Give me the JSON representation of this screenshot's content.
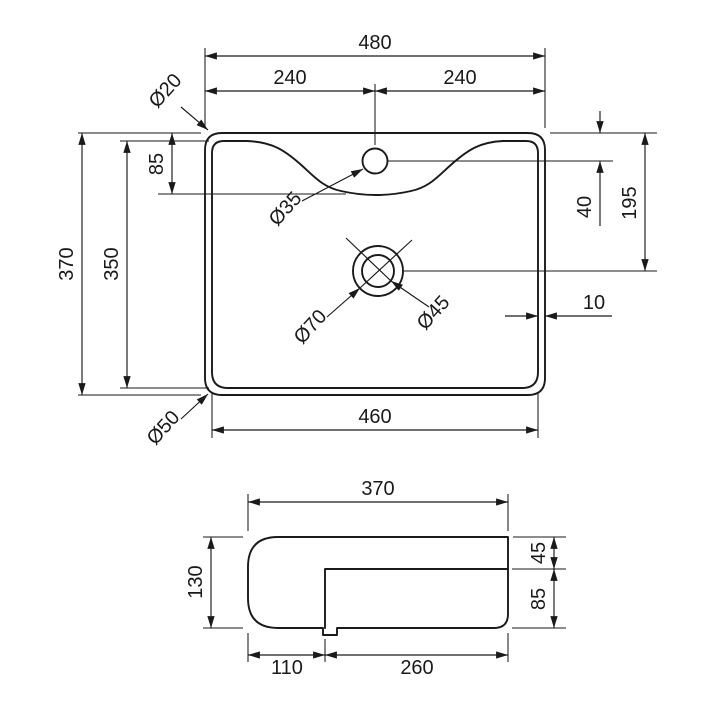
{
  "top_view": {
    "width_total": "480",
    "width_left": "240",
    "width_right": "240",
    "corner_radius_top": "Ø20",
    "ledge_depth": "85",
    "depth_total": "370",
    "depth_inner": "350",
    "tap_hole_dia": "Ø35",
    "tap_offset": "40",
    "drain_offset": "195",
    "drain_outer_dia": "Ø70",
    "drain_inner_dia": "Ø45",
    "rim_width": "10",
    "corner_radius_bottom": "Ø50",
    "width_inner": "460"
  },
  "side_view": {
    "width_top": "370",
    "height_total": "130",
    "rim_height": "45",
    "bowl_height": "85",
    "front_depth": "110",
    "bowl_depth": "260"
  },
  "colors": {
    "line": "#1a1a1a",
    "background": "#ffffff"
  }
}
